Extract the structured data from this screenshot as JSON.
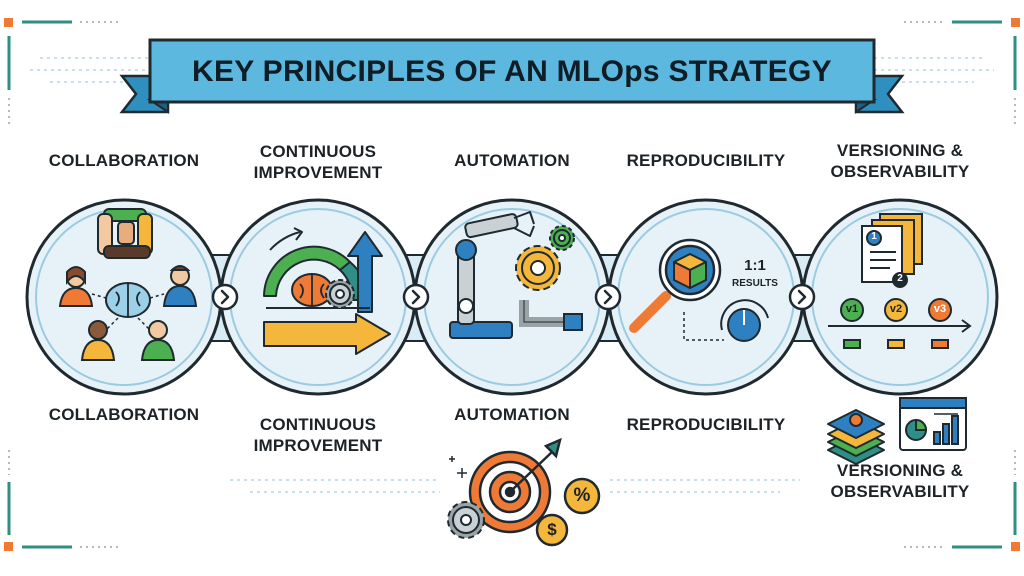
{
  "title": "KEY PRINCIPLES OF AN MLOps STRATEGY",
  "principles_top": [
    {
      "lines": [
        "COLLABORATION"
      ]
    },
    {
      "lines": [
        "CONTINUOUS",
        "IMPROVEMENT"
      ]
    },
    {
      "lines": [
        "AUTOMATION"
      ]
    },
    {
      "lines": [
        "REPRODUCIBILITY"
      ]
    },
    {
      "lines": [
        "VERSIONING &",
        "OBSERVABILITY"
      ]
    }
  ],
  "principles_bottom": [
    {
      "lines": [
        "COLLABORATION"
      ]
    },
    {
      "lines": [
        "CONTINUOUS",
        "IMPROVEMENT"
      ]
    },
    {
      "lines": [
        "AUTOMATION"
      ]
    },
    {
      "lines": [
        "REPRODUCIBILITY"
      ]
    },
    {
      "lines": [
        "VERSIONING &",
        "OBSERVABILITY"
      ]
    }
  ],
  "reproducibility_card": {
    "ratio": "1:1",
    "caption": "RESULTS"
  },
  "versioning_card": {
    "doc_badges": [
      "1",
      "2"
    ],
    "versions": [
      "v1",
      "v2",
      "v3"
    ]
  },
  "target_card": {
    "percent_symbol": "%",
    "currency_symbol": "$"
  },
  "icons": [
    "hands-icon",
    "brain-icon",
    "person-icon",
    "cycle-arrow-icon",
    "gear-icon",
    "robot-arm-icon",
    "magnifier-icon",
    "cube-icon",
    "dial-icon",
    "document-icon",
    "timeline-icon",
    "layers-icon",
    "dashboard-icon",
    "target-icon",
    "chevron-right-icon"
  ],
  "colors": {
    "banner": "#5db8e0",
    "banner_dark": "#2f8fbf",
    "outline": "#1f2a30",
    "circle_fill": "#e6f2f8",
    "orange": "#ef7a35",
    "teal": "#2f8e86",
    "yellow": "#f4b73c",
    "green": "#4caf50",
    "blue": "#2f80c0"
  }
}
